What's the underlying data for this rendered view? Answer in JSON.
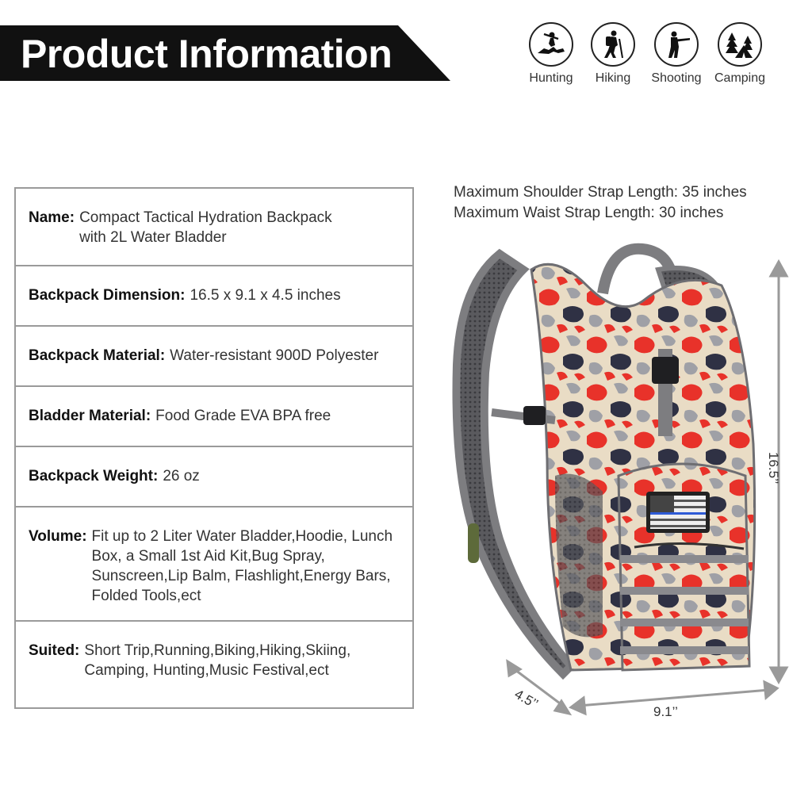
{
  "header": {
    "title": "Product Information"
  },
  "activities": [
    {
      "label": "Hunting",
      "icon": "hunting-icon"
    },
    {
      "label": "Hiking",
      "icon": "hiking-icon"
    },
    {
      "label": "Shooting",
      "icon": "shooting-icon"
    },
    {
      "label": "Camping",
      "icon": "camping-icon"
    }
  ],
  "specs": [
    {
      "label": "Name:",
      "value": "Compact Tactical Hydration Backpack with 2L Water Bladder"
    },
    {
      "label": "Backpack Dimension:",
      "value": "16.5 x 9.1 x 4.5 inches"
    },
    {
      "label": "Backpack Material:",
      "value": "Water-resistant 900D Polyester"
    },
    {
      "label": "Bladder Material:",
      "value": "Food Grade EVA BPA free"
    },
    {
      "label": "Backpack Weight:",
      "value": "26 oz"
    },
    {
      "label": "Volume:",
      "value": "Fit up to 2 Liter Water Bladder,Hoodie, Lunch Box, a Small 1st Aid Kit,Bug Spray, Sunscreen,Lip Balm, Flashlight,Energy Bars, Folded Tools,ect"
    },
    {
      "label": "Suited:",
      "value": "Short Trip,Running,Biking,Hiking,Skiing, Camping, Hunting,Music Festival,ect"
    }
  ],
  "straps": {
    "shoulder": "Maximum Shoulder Strap Length: 35 inches",
    "waist": "Maximum Waist Strap Length: 30 inches"
  },
  "dimensions": {
    "height": "16.5’’",
    "width": "9.1’’",
    "depth": "4.5’’"
  },
  "colors": {
    "banner": "#111111",
    "camo_red": "#e8322a",
    "camo_sand": "#e9dcc5",
    "camo_navy": "#2f3144",
    "strap_grey": "#7d7d80"
  }
}
